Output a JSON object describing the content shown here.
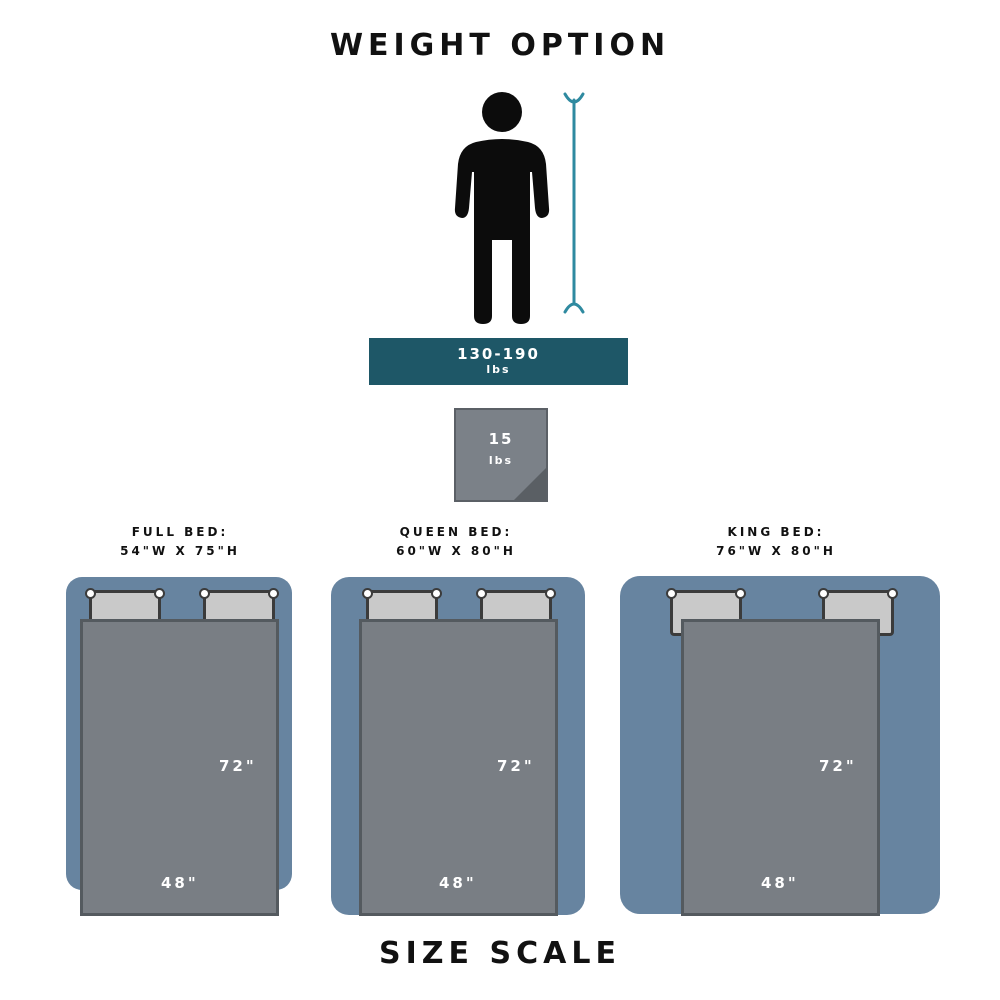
{
  "weight_option": {
    "title": "WEIGHT OPTION",
    "person_range": {
      "value": "130-190",
      "unit": "lbs"
    },
    "blanket_weight": {
      "value": "15",
      "unit": "lbs"
    },
    "colors": {
      "bar": "#1e5767",
      "height_marker": "#2f8aa0",
      "blanket": "#7b8188"
    }
  },
  "beds": [
    {
      "name": "FULL BED:",
      "size": "54\"W X 75\"H",
      "blanket_width": "48\"",
      "blanket_length": "72\""
    },
    {
      "name": "QUEEN BED:",
      "size": "60\"W X 80\"H",
      "blanket_width": "48\"",
      "blanket_length": "72\""
    },
    {
      "name": "KING BED:",
      "size": "76\"W X 80\"H",
      "blanket_width": "48\"",
      "blanket_length": "72\""
    }
  ],
  "size_scale": {
    "title": "SIZE SCALE"
  },
  "icons": {
    "person": "person-silhouette-icon",
    "height": "height-marker-icon",
    "pillow": "pillow-icon"
  },
  "bed_color": "#6784a0"
}
